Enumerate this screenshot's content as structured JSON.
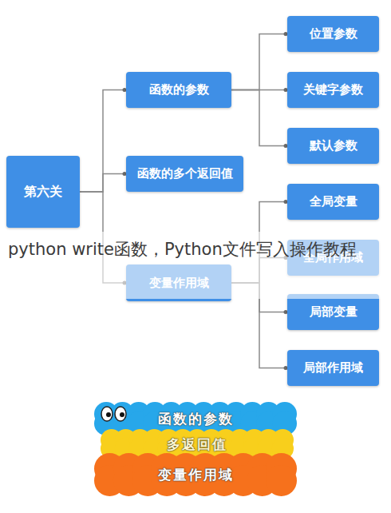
{
  "diagram": {
    "nodes": [
      {
        "text": [
          "第六关"
        ]
      },
      {
        "text": [
          "函数的参数"
        ]
      },
      {
        "text": [
          "位置参数"
        ]
      },
      {
        "text": [
          "关键字参数"
        ]
      },
      {
        "text": [
          "默认参数"
        ]
      },
      {
        "text": [
          "函数的多个返回值"
        ]
      },
      {
        "text": [
          "变量作用域"
        ]
      },
      {
        "text": [
          "全局变量"
        ]
      },
      {
        "text": [
          "全局作用域"
        ]
      },
      {
        "text": [
          "局部变量"
        ]
      },
      {
        "text": [
          "局部作用域"
        ]
      },
      {
        "text": [
          "函数的参数"
        ]
      },
      {
        "text": [
          "多返回值"
        ]
      },
      {
        "text": [
          "变量作用域"
        ]
      }
    ],
    "edges": [
      {
        "from": 0,
        "to": 1,
        "arrow": "none"
      },
      {
        "from": 0,
        "to": 5,
        "arrow": "none"
      },
      {
        "from": 0,
        "to": 6,
        "arrow": "none"
      },
      {
        "from": 1,
        "to": 2,
        "arrow": "none"
      },
      {
        "from": 1,
        "to": 3,
        "arrow": "none"
      },
      {
        "from": 1,
        "to": 4,
        "arrow": "none"
      },
      {
        "from": 6,
        "to": 7,
        "arrow": "none"
      },
      {
        "from": 6,
        "to": 8,
        "arrow": "none"
      },
      {
        "from": 6,
        "to": 9,
        "arrow": "none"
      },
      {
        "from": 6,
        "to": 10,
        "arrow": "none"
      }
    ],
    "labels": [
      "python write函数，Python文件写入操作教程"
    ]
  }
}
